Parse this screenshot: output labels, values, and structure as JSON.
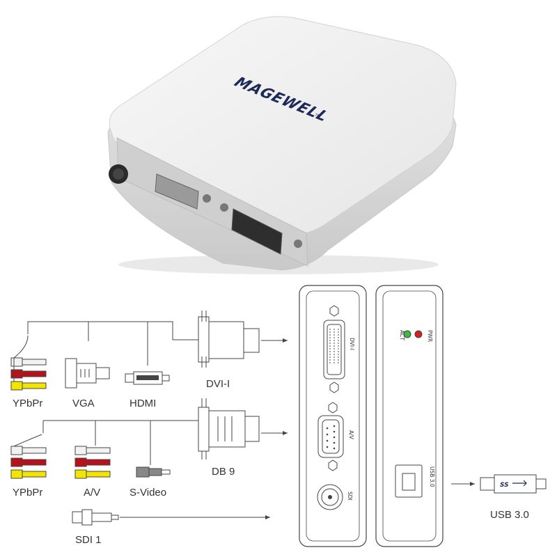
{
  "product": {
    "logo_text": "MAGEWELL",
    "logo_tm": "TM"
  },
  "labels": {
    "ypbpr_top": "YPbPr",
    "vga": "VGA",
    "hdmi": "HDMI",
    "dvi_i": "DVI-I",
    "ypbpr_bottom": "YPbPr",
    "av": "A/V",
    "svideo": "S-Video",
    "db9": "DB 9",
    "sdi1": "SDI 1",
    "usb30": "USB 3.0"
  },
  "panel_labels": {
    "dvi": "DVI-I",
    "av": "A/V",
    "sdi": "SDI",
    "usb": "USB 3.0",
    "act": "ACT",
    "pwr": "PWR"
  },
  "usb_plug_text": "SS",
  "colors": {
    "rca_white": "#f2f2f2",
    "rca_red": "#b5121b",
    "rca_yellow": "#f2e600",
    "led_green": "#3cba3c",
    "led_red": "#d42020",
    "logo_navy": "#1d2a58",
    "line": "#444444"
  }
}
